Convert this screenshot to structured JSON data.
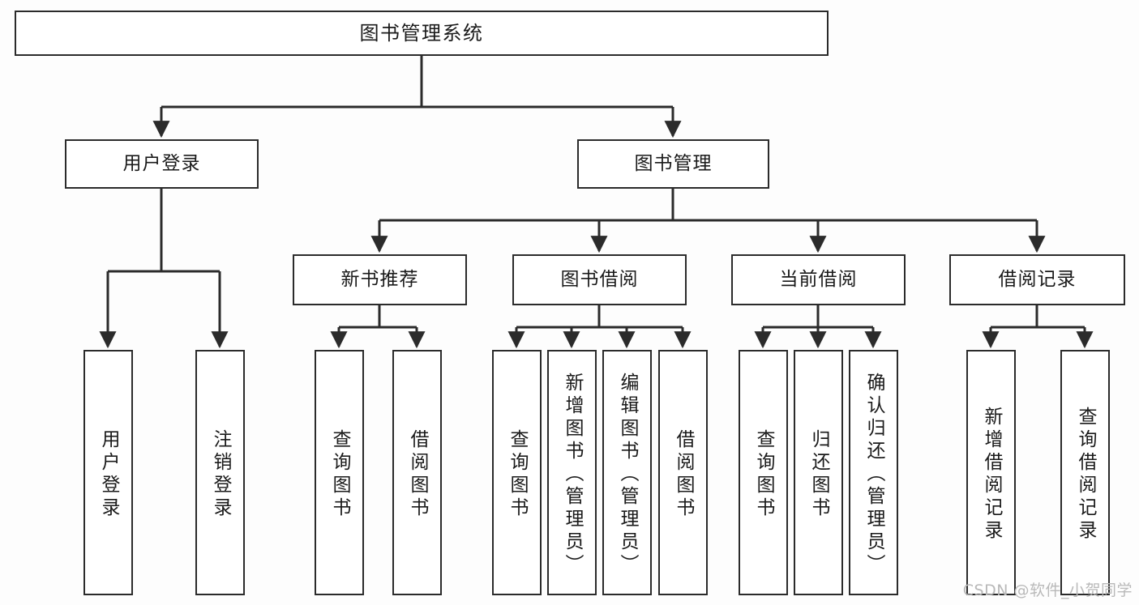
{
  "diagram": {
    "title": "图书管理系统",
    "type": "tree-hierarchy",
    "colors": {
      "line": "#2b2b2b",
      "box_border": "#2b2b2b",
      "box_fill": "#ffffff",
      "background": "#fdfdfd",
      "text": "#1a1a1a",
      "watermark": "#b9b9b9"
    },
    "watermark": "CSDN @软件_小贺同学"
  },
  "nodes": {
    "root": {
      "label": "图书管理系统"
    },
    "level1": [
      {
        "label": "用户登录"
      },
      {
        "label": "图书管理"
      }
    ],
    "level2": [
      {
        "label": "新书推荐"
      },
      {
        "label": "图书借阅"
      },
      {
        "label": "当前借阅"
      },
      {
        "label": "借阅记录"
      }
    ],
    "leaves_user_login": [
      {
        "label": "用户登录"
      },
      {
        "label": "注销登录"
      }
    ],
    "leaves_new_book": [
      {
        "label": "查询图书"
      },
      {
        "label": "借阅图书"
      }
    ],
    "leaves_borrow": [
      {
        "label": "查询图书"
      },
      {
        "label": "新增图书（管理员）"
      },
      {
        "label": "编辑图书（管理员）"
      },
      {
        "label": "借阅图书"
      }
    ],
    "leaves_current": [
      {
        "label": "查询图书"
      },
      {
        "label": "归还图书"
      },
      {
        "label": "确认归还（管理员）"
      }
    ],
    "leaves_record": [
      {
        "label": "新增借阅记录"
      },
      {
        "label": "查询借阅记录"
      }
    ]
  }
}
